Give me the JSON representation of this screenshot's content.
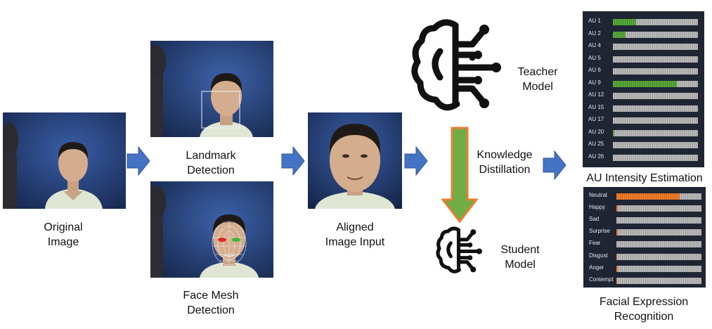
{
  "labels": {
    "original": [
      "Original",
      "Image"
    ],
    "landmark": [
      "Landmark",
      "Detection"
    ],
    "facemesh": [
      "Face Mesh",
      "Detection"
    ],
    "aligned": [
      "Aligned",
      "Image Input"
    ],
    "teacher": [
      "Teacher",
      "Model"
    ],
    "distill": [
      "Knowledge",
      "Distillation"
    ],
    "student": [
      "Student",
      "Model"
    ],
    "au_title": "AU Intensity Estimation",
    "fer_title": [
      "Facial Expression",
      "Recognition"
    ]
  },
  "au_rows": [
    {
      "name": "AU 1",
      "level": 0.27
    },
    {
      "name": "AU 2",
      "level": 0.15
    },
    {
      "name": "AU 4",
      "level": 0.0
    },
    {
      "name": "AU 5",
      "level": 0.0
    },
    {
      "name": "AU 6",
      "level": 0.0
    },
    {
      "name": "AU 9",
      "level": 0.75
    },
    {
      "name": "AU 12",
      "level": 0.0
    },
    {
      "name": "AU 15",
      "level": 0.0
    },
    {
      "name": "AU 17",
      "level": 0.0
    },
    {
      "name": "AU 20",
      "level": 0.02
    },
    {
      "name": "AU 25",
      "level": 0.0
    },
    {
      "name": "AU 26",
      "level": 0.0
    }
  ],
  "expr_rows": [
    {
      "name": "Neutral",
      "level": 0.74
    },
    {
      "name": "Happy",
      "level": 0.02
    },
    {
      "name": "Sad",
      "level": 0.0
    },
    {
      "name": "Surprise",
      "level": 0.02
    },
    {
      "name": "Fear",
      "level": 0.0
    },
    {
      "name": "Disgust",
      "level": 0.01
    },
    {
      "name": "Anger",
      "level": 0.02
    },
    {
      "name": "Contempt",
      "level": 0.01
    }
  ],
  "colors": {
    "flow_arrow": "#4472c4",
    "distill_fill": "#70ad47",
    "distill_stroke": "#ed7d31",
    "au_fill": "#5aa83a",
    "expr_fill": "#ee7d2b",
    "panel_bg": "#1f2533"
  }
}
